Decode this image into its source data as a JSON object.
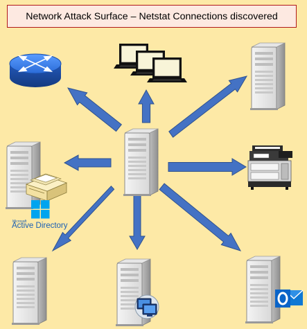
{
  "title": "Network Attack Surface – Netstat Connections discovered",
  "active_directory": {
    "vendor": "Microsoft",
    "label": "Active Directory"
  },
  "colors": {
    "background": "#fde9a6",
    "title_border": "#b01818",
    "arrow_fill": "#4472c4",
    "arrow_stroke": "#2f528f",
    "router_blue": "#2b6cd8",
    "windows_blue": "#00a4ef",
    "outlook_blue": "#0a64c8"
  },
  "icons": [
    "router-icon",
    "laptops-icon",
    "server-icon",
    "printer-icon",
    "database-icon",
    "windows-logo-icon",
    "remote-desktop-icon",
    "outlook-icon"
  ]
}
